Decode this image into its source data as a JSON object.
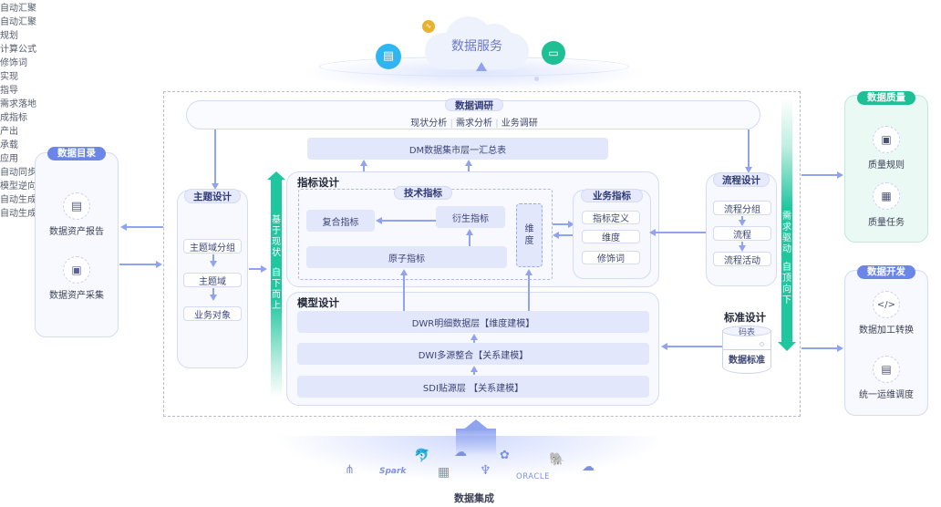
{
  "top": {
    "service_title": "数据服务"
  },
  "research": {
    "title": "数据调研",
    "items": [
      "现状分析",
      "需求分析",
      "业务调研"
    ]
  },
  "dm_table": "DM数据集市层一汇总表",
  "auto_aggregate_left": "自动汇聚",
  "auto_aggregate_right": "自动汇聚",
  "catalog": {
    "title": "数据目录",
    "items": [
      {
        "label": "数据资产报告",
        "icon": "report-icon"
      },
      {
        "label": "数据资产采集",
        "icon": "collect-icon"
      }
    ],
    "arrow_in": "自动同步",
    "arrow_out": "模型逆向"
  },
  "subject_design": {
    "title": "主题设计",
    "items": [
      "主题域分组",
      "主题域",
      "业务对象"
    ],
    "arrow_label": "规划"
  },
  "left_bar": {
    "text_a": "基于现状",
    "text_b": "自下而上"
  },
  "right_bar": {
    "text_a": "需求驱动",
    "text_b": "自顶向下"
  },
  "indicator_design": {
    "title": "指标设计",
    "tech": {
      "title": "技术指标",
      "composite": "复合指标",
      "derived": "衍生指标",
      "atomic": "原子指标",
      "dimension": "维度",
      "formula_label": "计算公式",
      "modifier_label": "修饰词"
    },
    "implement_label": "实现",
    "guide_label": "指导",
    "business": {
      "title": "业务指标",
      "items": [
        "指标定义",
        "维度",
        "修饰词"
      ]
    }
  },
  "process_design": {
    "title": "流程设计",
    "items": [
      "流程分组",
      "流程",
      "流程活动"
    ],
    "arrow_label_line1": "需求落地",
    "arrow_label_line2": "成指标",
    "arrow_label_line3": "产出"
  },
  "model_design": {
    "title": "模型设计",
    "carry_label": "承载",
    "layers": [
      "DWR明细数据层【维度建模】",
      "DWI多源整合【关系建模】",
      "SDI贴源层 【关系建模】"
    ]
  },
  "standard_design": {
    "title": "标准设计",
    "code_table": "码表",
    "data_standard": "数据标准",
    "apply_label": "应用"
  },
  "quality": {
    "title": "数据质量",
    "arrow_label": "自动生成",
    "items": [
      {
        "label": "质量规则",
        "icon": "rule-icon"
      },
      {
        "label": "质量任务",
        "icon": "task-icon"
      }
    ]
  },
  "development": {
    "title": "数据开发",
    "arrow_label": "自动生成",
    "items": [
      {
        "label": "数据加工转换",
        "icon": "code-icon"
      },
      {
        "label": "统一运维调度",
        "icon": "schedule-icon"
      }
    ]
  },
  "integration": {
    "title": "数据集成",
    "sources": [
      "hierarchy-icon",
      "Spark",
      "mysql-dolphin-icon",
      "warehouse-icon",
      "cloud-upload-icon",
      "hive-icon",
      "hbase-icon",
      "ORACLE",
      "hadoop-elephant-icon",
      "cloud-search-icon"
    ]
  },
  "colors": {
    "accent_blue": "#6b86e8",
    "accent_green": "#1fc79f",
    "box_fill": "#e3e7fb",
    "line": "#8fa3ee"
  }
}
